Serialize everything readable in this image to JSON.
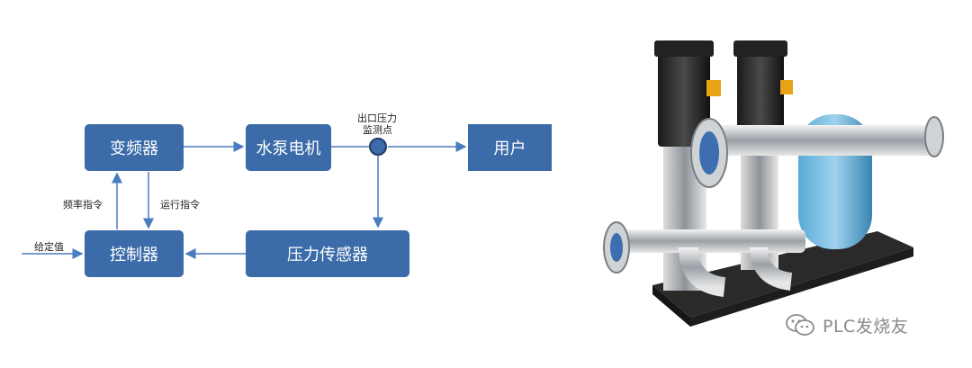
{
  "diagram": {
    "boxes": {
      "inverter": "变频器",
      "pump_motor": "水泵电机",
      "user": "用户",
      "controller": "控制器",
      "pressure_sensor": "压力传感器"
    },
    "labels": {
      "monitor_line1": "出口压力",
      "monitor_line2": "监测点",
      "frequency_command": "频率指令",
      "run_command": "运行指令",
      "setpoint": "给定值"
    },
    "colors": {
      "box_fill": "#3b6ba8",
      "arrow": "#4a7cc0"
    }
  },
  "photo": {
    "description_icon": "booster-pump-set-image"
  },
  "watermark": {
    "icon": "wechat-icon",
    "text": "PLC发烧友"
  }
}
